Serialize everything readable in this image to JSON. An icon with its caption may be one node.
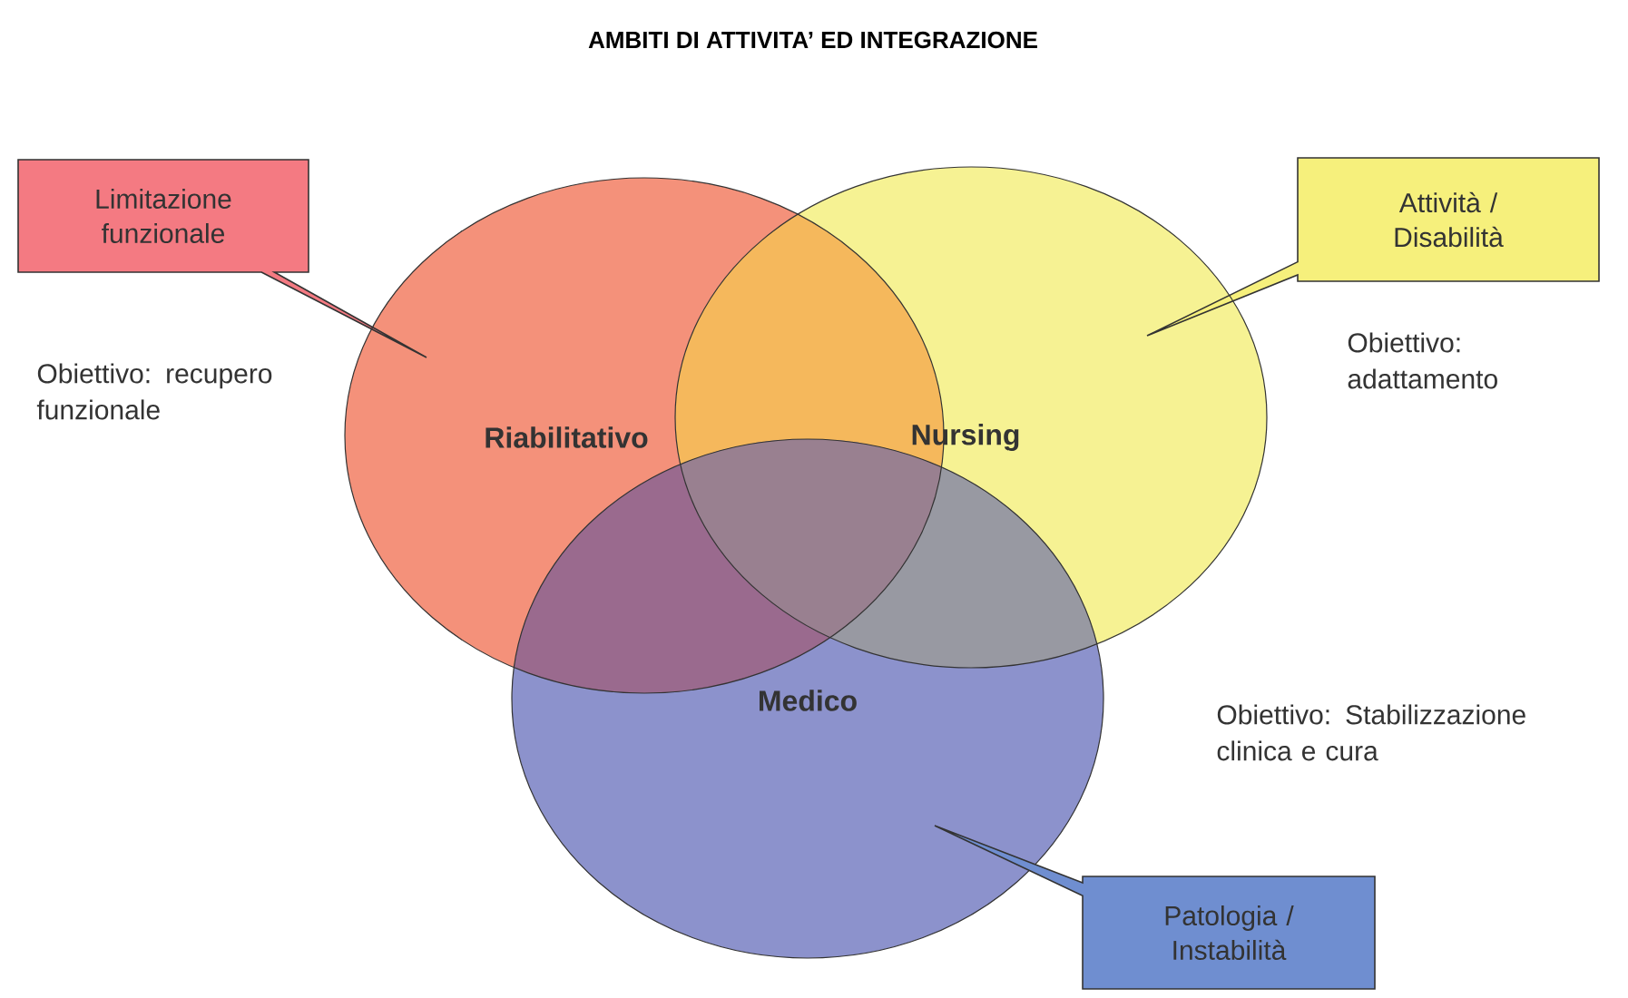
{
  "diagram": {
    "title": "AMBITI DI ATTIVITA’ ED INTEGRAZIONE",
    "nodes": [
      {
        "text": [
          "Limitazione funzionale"
        ]
      },
      {
        "text": [
          "Attività / Disabilità"
        ]
      },
      {
        "text": [
          "Riabilitativo"
        ]
      },
      {
        "text": [
          "Nursing"
        ]
      },
      {
        "text": [
          "Medico"
        ]
      },
      {
        "text": [
          "Patologia / Instabilità"
        ]
      }
    ],
    "labels": [
      "Obiettivo: recupero funzionale",
      "Obiettivo: adattamento",
      "Obiettivo: Stabilizzazione clinica e cura"
    ]
  }
}
